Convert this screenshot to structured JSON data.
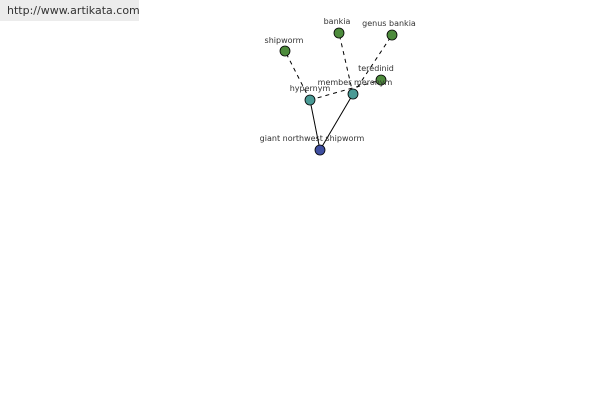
{
  "banner": {
    "url": "http://www.artikata.com"
  },
  "graph": {
    "colors": {
      "root": "#3f4fa0",
      "relation": "#4a9a95",
      "leaf": "#4d8b3c",
      "edge": "#000000"
    },
    "nodes": [
      {
        "id": "giant",
        "label": "giant northwest shipworm",
        "kind": "root"
      },
      {
        "id": "hypernym",
        "label": "hypernym",
        "kind": "relation"
      },
      {
        "id": "member",
        "label": "member meronym",
        "kind": "relation"
      },
      {
        "id": "shipworm",
        "label": "shipworm",
        "kind": "leaf"
      },
      {
        "id": "bankia",
        "label": "bankia",
        "kind": "leaf"
      },
      {
        "id": "genus",
        "label": "genus bankia",
        "kind": "leaf"
      },
      {
        "id": "teredinid",
        "label": "teredinid",
        "kind": "leaf"
      }
    ],
    "edges": [
      {
        "from": "giant",
        "to": "hypernym",
        "style": "solid"
      },
      {
        "from": "giant",
        "to": "member",
        "style": "solid"
      },
      {
        "from": "hypernym",
        "to": "shipworm",
        "style": "dashed"
      },
      {
        "from": "hypernym",
        "to": "teredinid",
        "style": "dashed"
      },
      {
        "from": "member",
        "to": "bankia",
        "style": "dashed"
      },
      {
        "from": "member",
        "to": "genus",
        "style": "dashed"
      }
    ]
  }
}
